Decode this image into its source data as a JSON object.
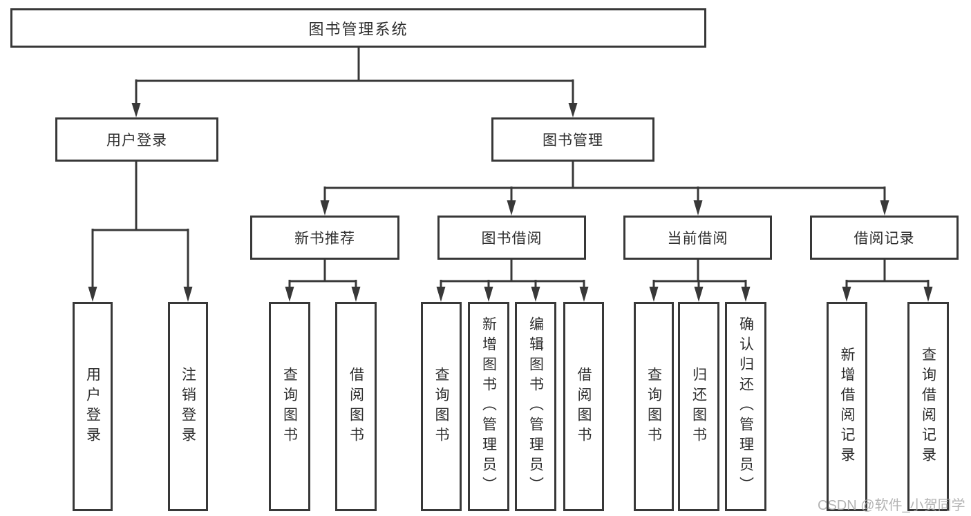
{
  "diagram": {
    "root": {
      "label": "图书管理系统"
    },
    "branches": [
      {
        "label": "用户登录",
        "children": [
          {
            "label": "用户登录"
          },
          {
            "label": "注销登录"
          }
        ]
      },
      {
        "label": "图书管理",
        "children": [
          {
            "label": "新书推荐",
            "children": [
              {
                "label": "查询图书"
              },
              {
                "label": "借阅图书"
              }
            ]
          },
          {
            "label": "图书借阅",
            "children": [
              {
                "label": "查询图书"
              },
              {
                "label": "新增图书（管理员）"
              },
              {
                "label": "编辑图书（管理员）"
              },
              {
                "label": "借阅图书"
              }
            ]
          },
          {
            "label": "当前借阅",
            "children": [
              {
                "label": "查询图书"
              },
              {
                "label": "归还图书"
              },
              {
                "label": "确认归还（管理员）"
              }
            ]
          },
          {
            "label": "借阅记录",
            "children": [
              {
                "label": "新增借阅记录"
              },
              {
                "label": "查询借阅记录"
              }
            ]
          }
        ]
      }
    ],
    "watermark": "CSDN @软件_小贺同学",
    "colors": {
      "line": "#383838",
      "text": "#2e2e2e",
      "watermark": "#a7a7a7",
      "background": "#ffffff"
    }
  }
}
